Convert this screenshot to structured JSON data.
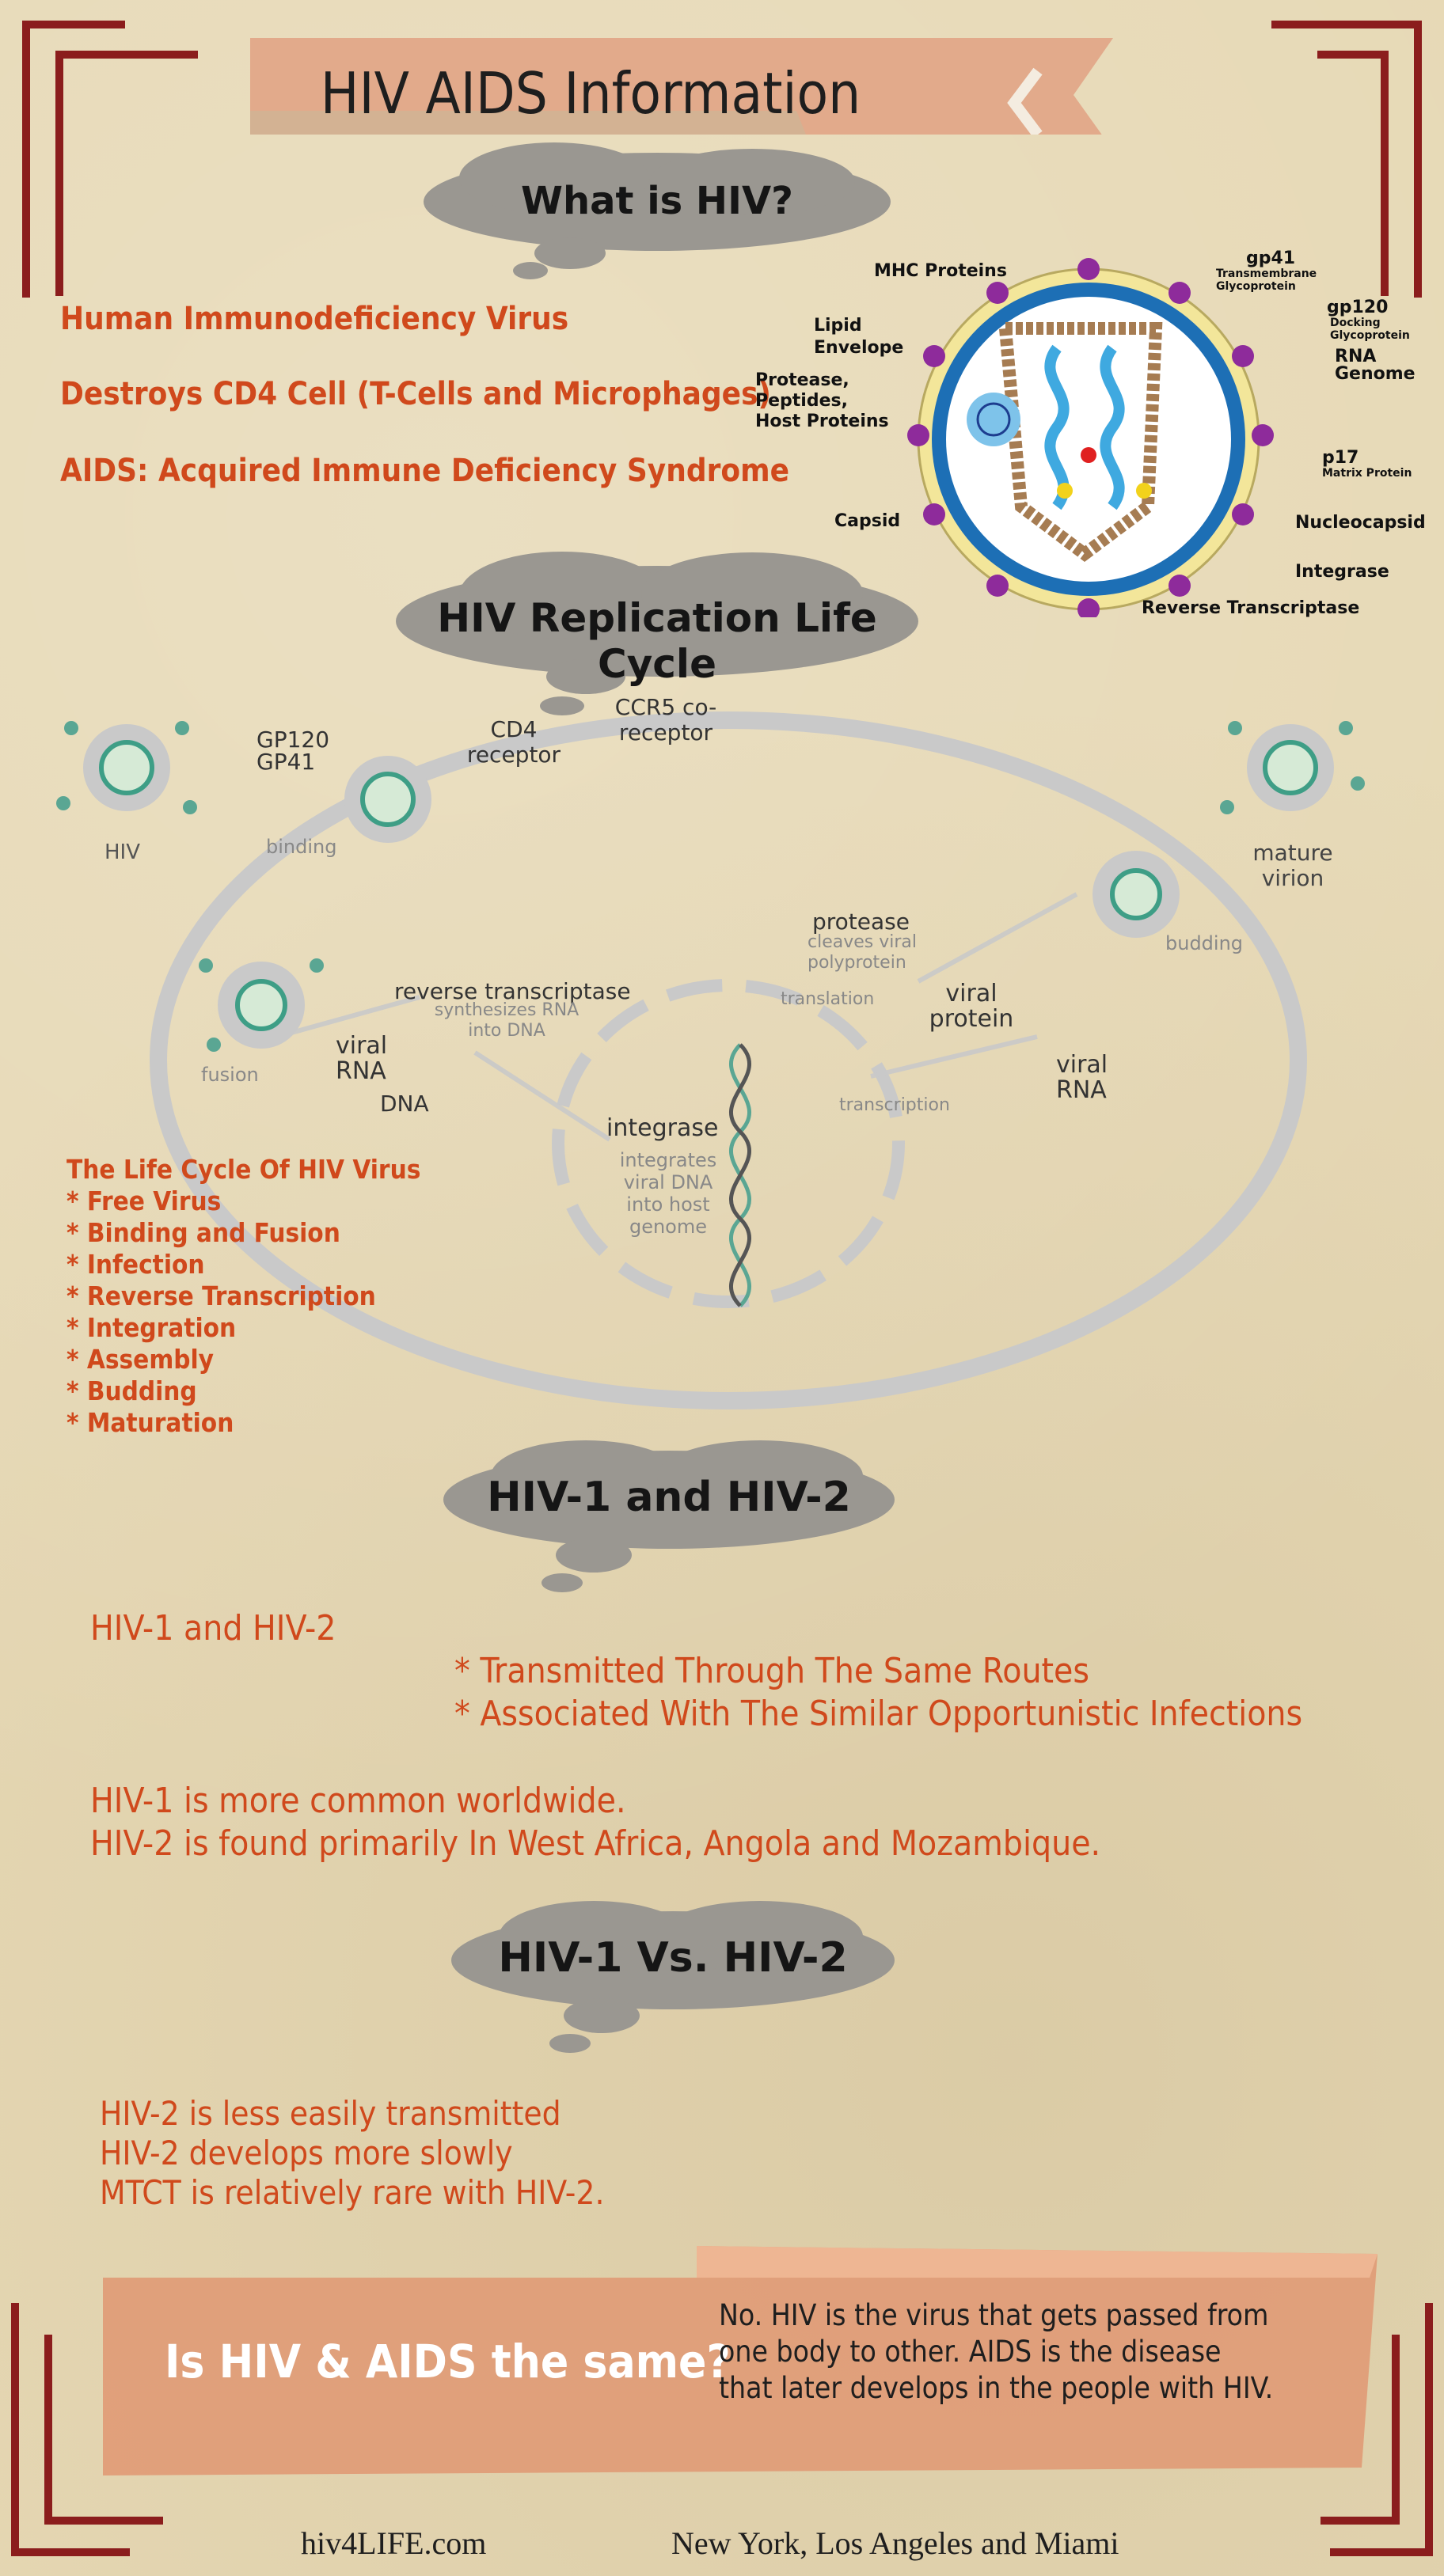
{
  "header": {
    "title": "HIV AIDS Information"
  },
  "what_is_hiv": {
    "heading": "What is HIV?",
    "lines": [
      "Human Immunodeficiency Virus",
      "Destroys CD4 Cell (T-Cells and Microphages)",
      "AIDS:  Acquired Immune Deficiency Syndrome"
    ]
  },
  "virus_diagram": {
    "labels": {
      "mhc": "MHC Proteins",
      "gp41": "gp41",
      "gp41_sub": "Transmembrane Glycoprotein",
      "gp120": "gp120",
      "gp120_sub": "Docking Glycoprotein",
      "lipid": "Lipid Envelope",
      "rna": "RNA Genome",
      "protease": "Protease, Peptides, Host Proteins",
      "p17": "p17",
      "p17_sub": "Matrix Protein",
      "capsid": "Capsid",
      "nucleocapsid": "Nucleocapsid",
      "integrase": "Integrase",
      "rt": "Reverse Transcriptase"
    }
  },
  "replication": {
    "heading": "HIV Replication Life Cycle",
    "labels": {
      "gp120": "GP120",
      "gp41": "GP41",
      "cd4": "CD4 receptor",
      "ccr5": "CCR5 co-receptor",
      "hiv": "HIV",
      "binding": "binding",
      "mature": "mature virion",
      "budding": "budding",
      "protease": "protease",
      "protease_sub": "cleaves viral polyprotein",
      "translation": "translation",
      "viral_protein": "viral protein",
      "viral_rna_right": "viral RNA",
      "transcription": "transcription",
      "rt": "reverse transcriptase",
      "rt_sub": "synthesizes RNA into DNA",
      "fusion": "fusion",
      "viral_rna_left": "viral RNA",
      "dna": "DNA",
      "integrase": "integrase",
      "integrase_sub": "integrates viral DNA into host genome"
    },
    "cycle_title": "The Life Cycle Of HIV Virus",
    "cycle_items": [
      "* Free Virus",
      "* Binding and Fusion",
      "* Infection",
      "* Reverse Transcription",
      "* Integration",
      "* Assembly",
      "* Budding",
      "* Maturation"
    ]
  },
  "hiv12": {
    "heading": "HIV-1 and HIV-2",
    "subtitle": "HIV-1 and HIV-2",
    "points": [
      "* Transmitted Through The Same Routes",
      "*  Associated With The Similar Opportunistic Infections"
    ],
    "facts": [
      "HIV-1 is more common worldwide.",
      "HIV-2 is found primarily In West Africa, Angola and Mozambique."
    ]
  },
  "versus": {
    "heading": "HIV-1 Vs. HIV-2",
    "lines": [
      "HIV-2 is less easily transmitted",
      "HIV-2 develops more slowly",
      "MTCT is relatively rare with HIV-2."
    ]
  },
  "same": {
    "question": "Is HIV & AIDS the same?",
    "answer_lines": [
      "No. HIV is the virus that gets passed from",
      "one body to other. AIDS is the disease",
      "that later develops in the people with HIV."
    ]
  },
  "footer": {
    "site": "hiv4LIFE.com",
    "locations": "New York, Los Angeles and Miami"
  },
  "colors": {
    "background": "#e6d8b4",
    "accent": "#d0491c",
    "frame": "#8b1d1d",
    "cloud": "#9a9791",
    "banner": "#e09a76"
  }
}
